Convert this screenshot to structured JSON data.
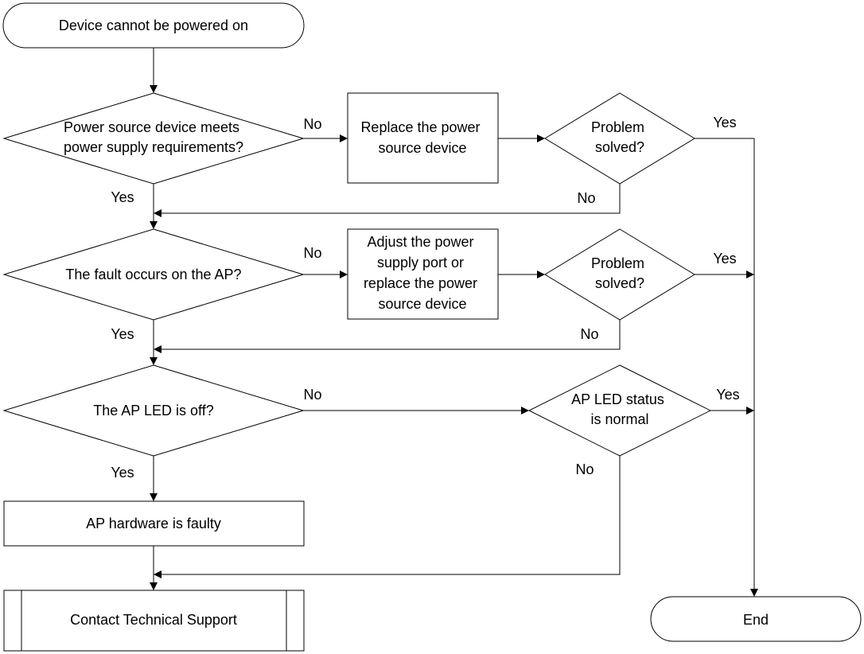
{
  "start": {
    "label": "Device cannot be powered on"
  },
  "decisions": {
    "d1": {
      "lines": [
        "Power source device meets",
        "power supply requirements?"
      ]
    },
    "d2": {
      "lines": [
        "The fault occurs on the AP?"
      ]
    },
    "d3": {
      "lines": [
        "The AP LED is off?"
      ]
    },
    "p1": {
      "lines": [
        "Problem",
        "solved?"
      ]
    },
    "p2": {
      "lines": [
        "Problem",
        "solved?"
      ]
    },
    "p3": {
      "lines": [
        "AP LED status",
        "is normal"
      ]
    }
  },
  "processes": {
    "r1": {
      "lines": [
        "Replace the power",
        "source device"
      ]
    },
    "r2": {
      "lines": [
        "Adjust the power",
        "supply port or",
        "replace the power",
        "source device"
      ]
    },
    "hw": {
      "lines": [
        "AP hardware is faulty"
      ]
    }
  },
  "contact": {
    "label": "Contact Technical Support"
  },
  "end": {
    "label": "End"
  },
  "edge_labels": {
    "d1_no": "No",
    "d1_yes": "Yes",
    "p1_yes": "Yes",
    "p1_no": "No",
    "d2_no": "No",
    "d2_yes": "Yes",
    "p2_yes": "Yes",
    "p2_no": "No",
    "d3_no": "No",
    "d3_yes": "Yes",
    "p3_yes": "Yes",
    "p3_no": "No"
  }
}
